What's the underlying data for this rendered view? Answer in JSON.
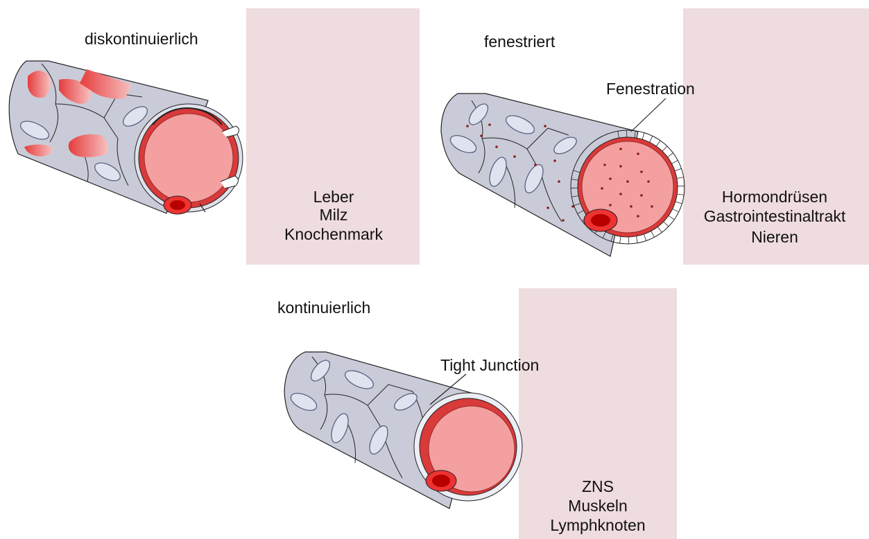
{
  "colors": {
    "panel": "#efdcdf",
    "wall": "#c9cbd8",
    "wall_stroke": "#222222",
    "nucleus_fill": "#dfe3ef",
    "nucleus_stroke": "#5a5e80",
    "lumen": "#f4a0a0",
    "lumen_ring": "#d93a3a",
    "dot": "#8b1a1a",
    "gap": "#e8403f"
  },
  "panels": {
    "discontinuous": {
      "title": "diskontinuierlich",
      "organs": [
        "Leber",
        "Milz",
        "Knochenmark"
      ]
    },
    "fenestrated": {
      "title": "fenestriert",
      "callout": "Fenestration",
      "organs": [
        "Hormondrüsen",
        "Gastrointestinaltrakt",
        "Nieren"
      ]
    },
    "continuous": {
      "title": "kontinuierlich",
      "callout": "Tight Junction",
      "organs": [
        "ZNS",
        "Muskeln",
        "Lymphknoten"
      ]
    }
  }
}
